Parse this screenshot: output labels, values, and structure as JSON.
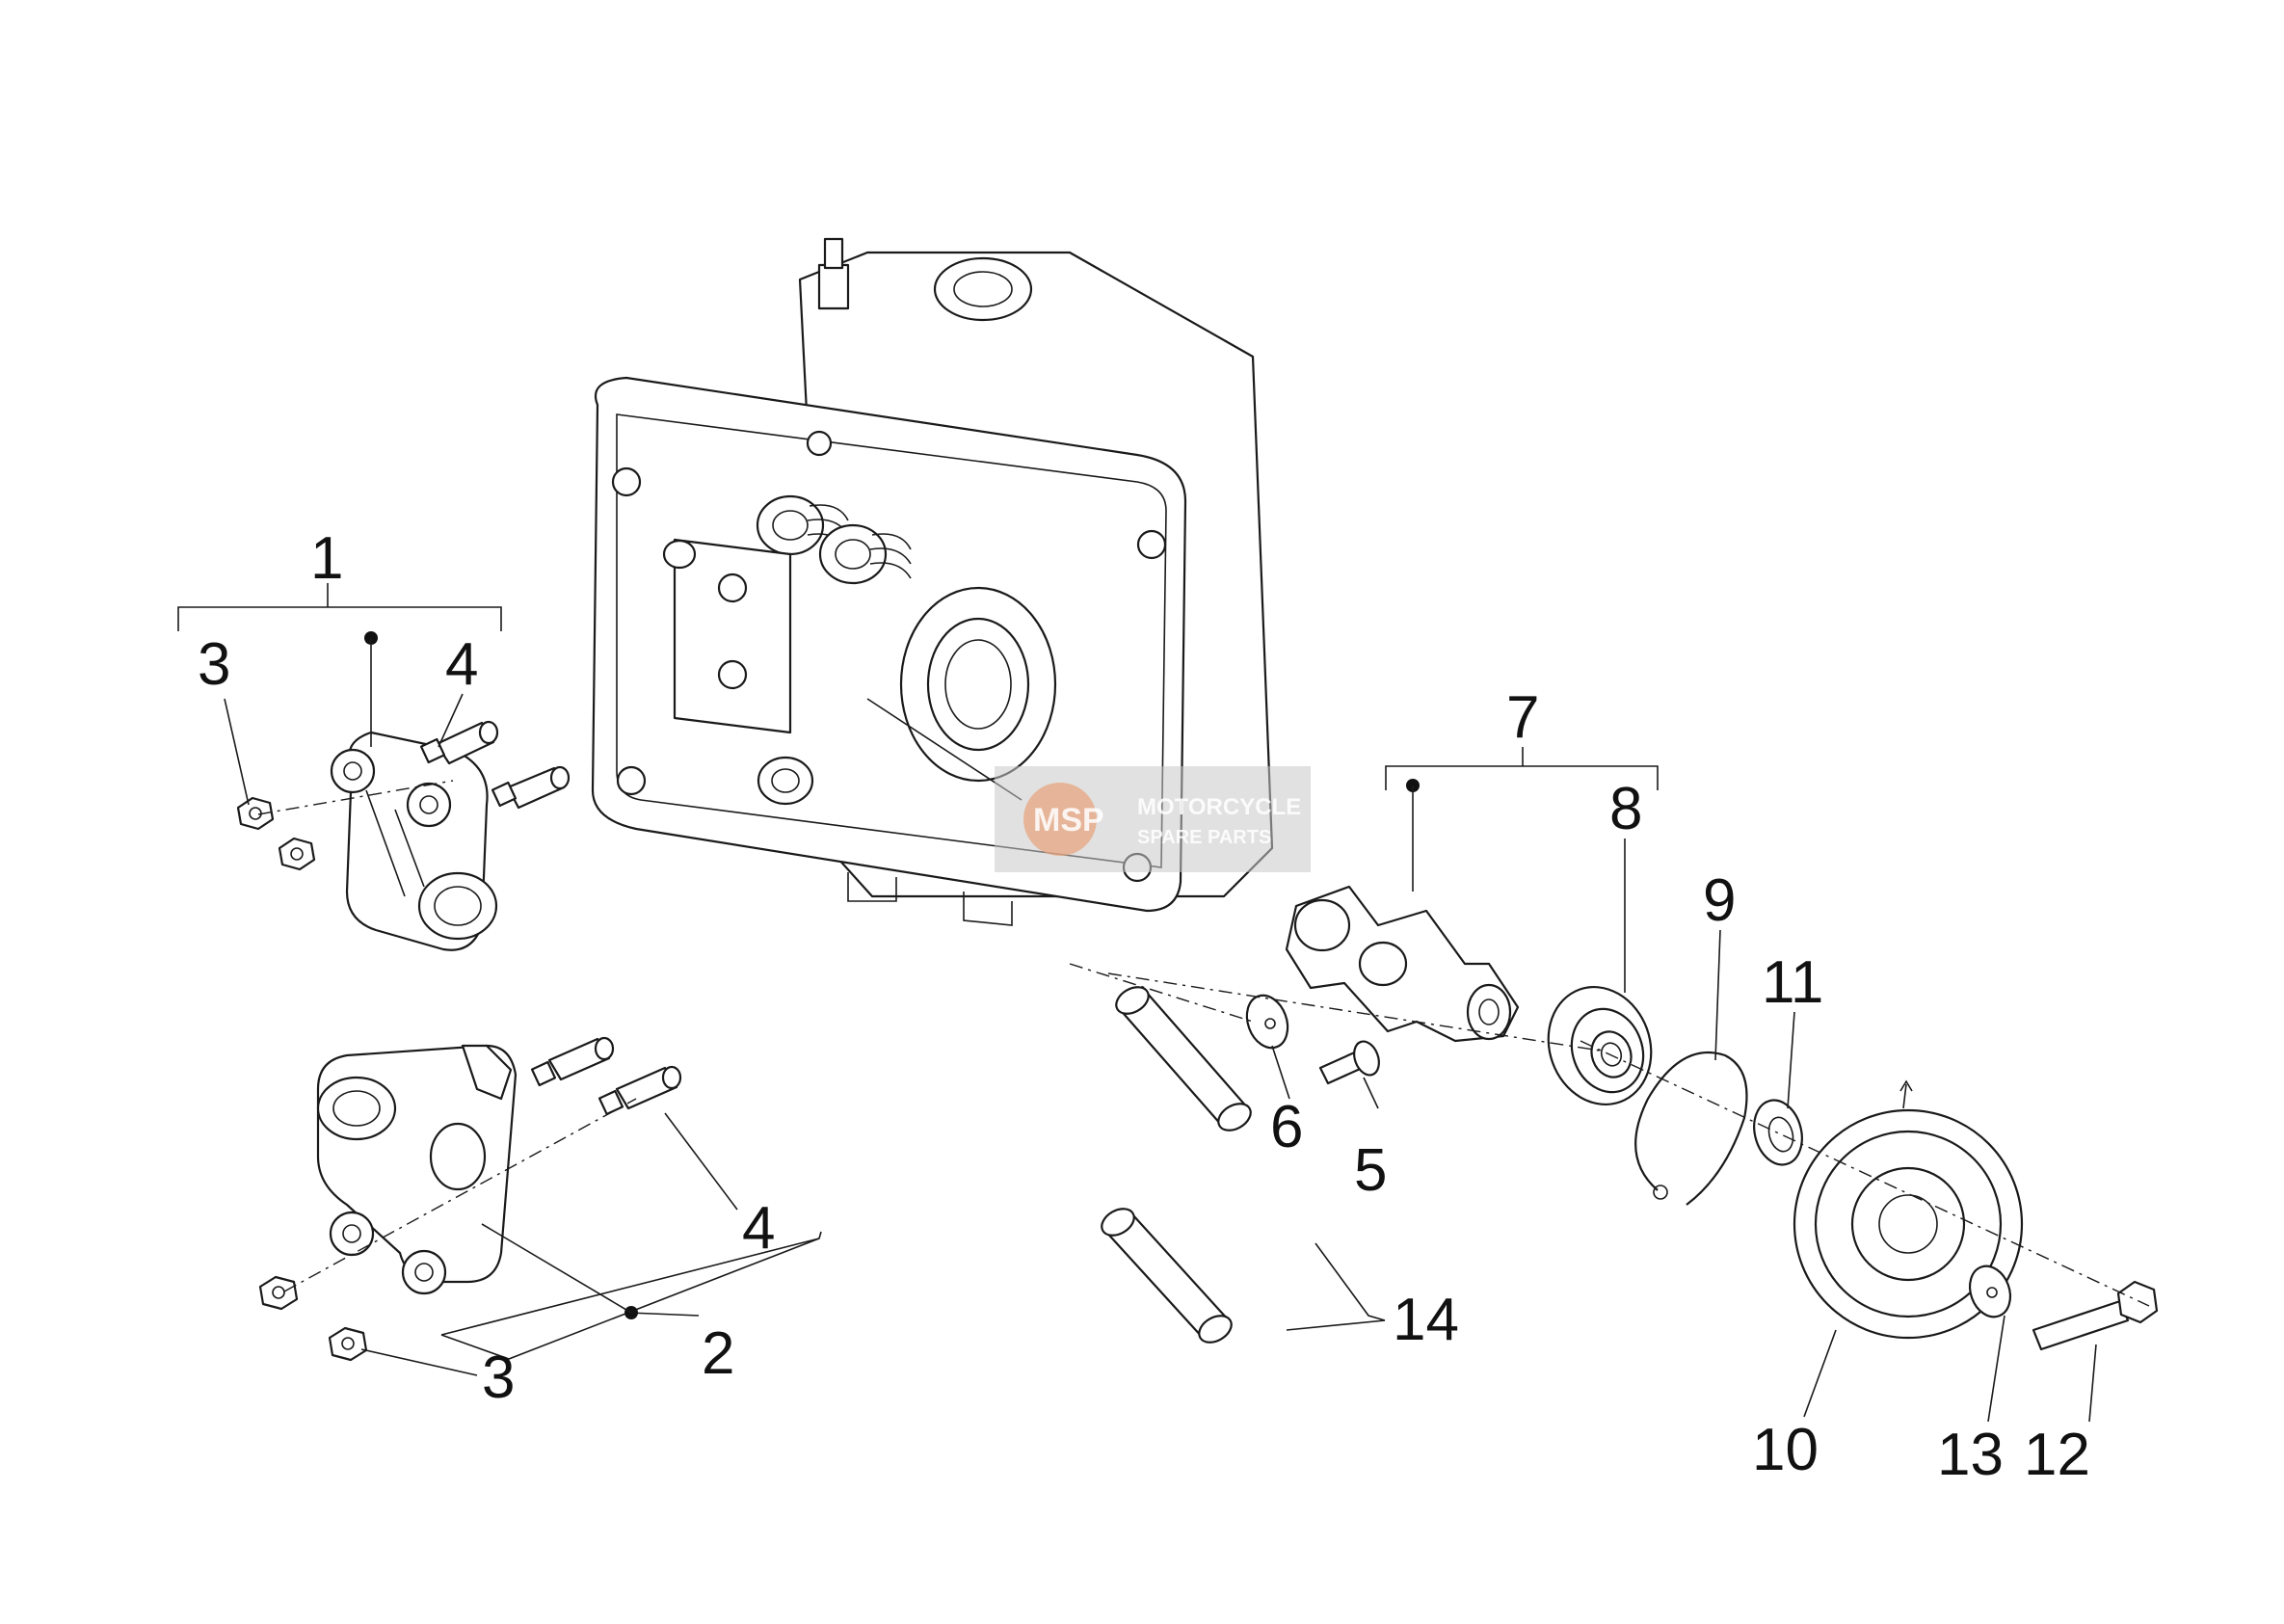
{
  "callouts": {
    "c1": "1",
    "c2": "2",
    "c3a": "3",
    "c3b": "3",
    "c4a": "4",
    "c4b": "4",
    "c5": "5",
    "c6": "6",
    "c7": "7",
    "c8": "8",
    "c9": "9",
    "c10": "10",
    "c11": "11",
    "c12": "12",
    "c13": "13",
    "c14": "14"
  },
  "watermark": {
    "logo": "MSP",
    "line1": "MOTORCYCLE",
    "line2": "SPARE PARTS"
  }
}
